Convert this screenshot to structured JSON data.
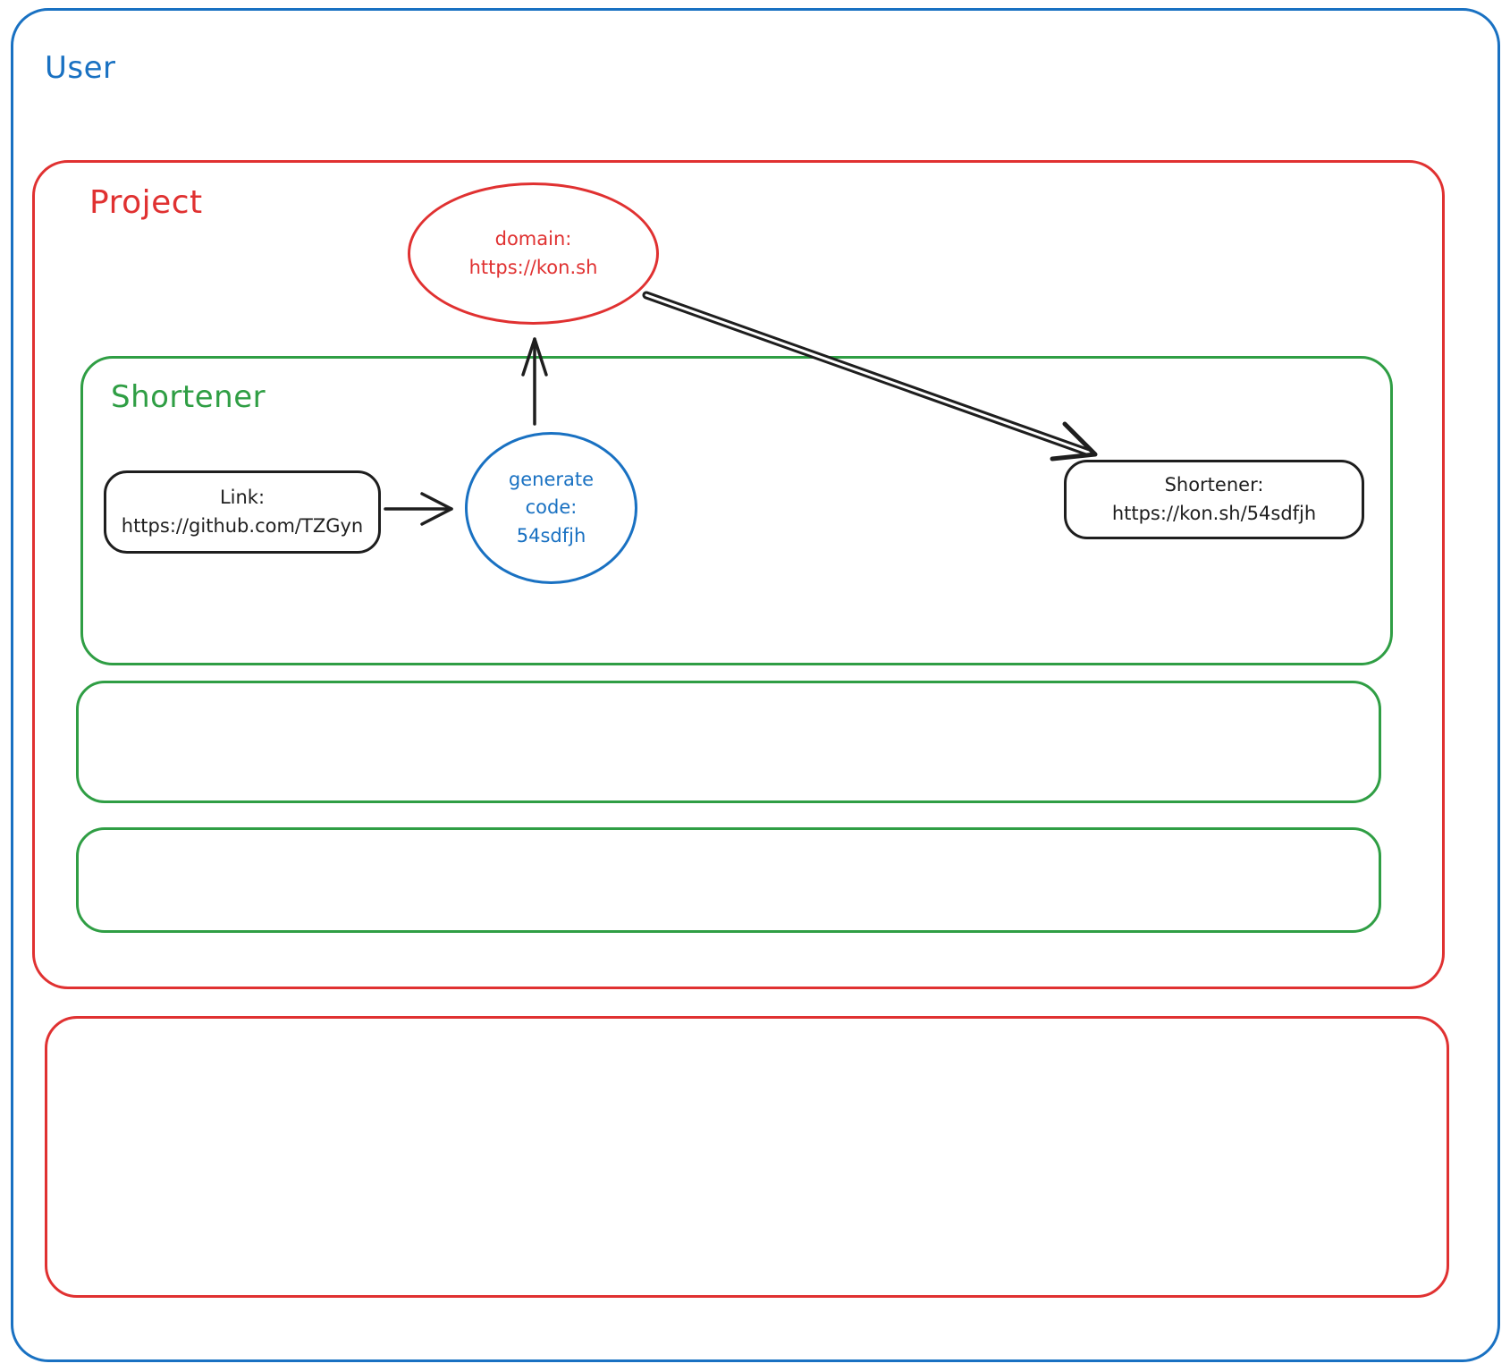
{
  "diagram": {
    "user_frame": {
      "label": "User"
    },
    "project_frame": {
      "label": "Project"
    },
    "shortener_frame": {
      "label": "Shortener"
    },
    "domain_ellipse": {
      "line1": "domain:",
      "line2": "https://kon.sh"
    },
    "link_node": {
      "line1": "Link:",
      "line2": "https://github.com/TZGyn"
    },
    "generate_node": {
      "line1": "generate",
      "line2": "code:",
      "line3": "54sdfjh"
    },
    "result_node": {
      "line1": "Shortener:",
      "line2": "https://kon.sh/54sdfjh"
    }
  },
  "colors": {
    "blue": "#1971c2",
    "red": "#e03131",
    "green": "#2f9e44",
    "black": "#1e1e1e",
    "background": "#ffffff"
  }
}
